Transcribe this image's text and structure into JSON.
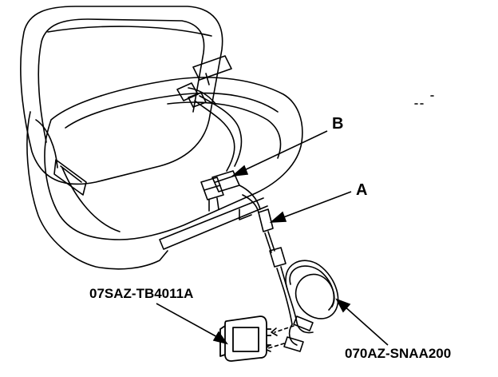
{
  "callouts": {
    "label_b": "B",
    "label_a": "A",
    "part_tool_unit": "07SAZ-TB4011A",
    "part_harness": "070AZ-SNAA200"
  },
  "colors": {
    "line": "#000000",
    "background": "#ffffff"
  }
}
